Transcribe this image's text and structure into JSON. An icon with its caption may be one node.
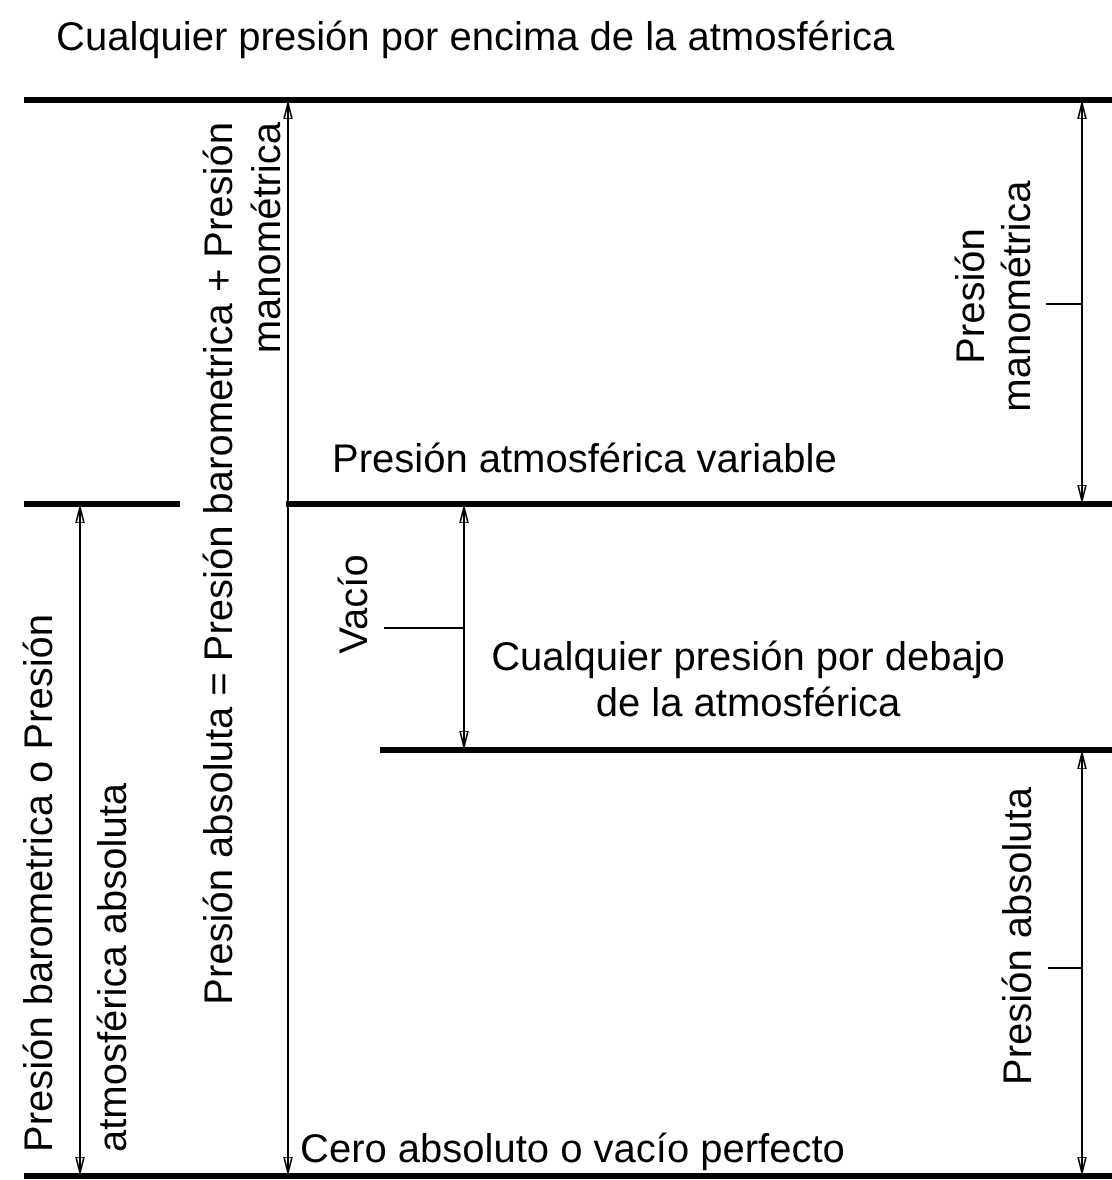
{
  "diagram": {
    "labels": [
      "Cualquier presión por encima de la atmosférica",
      "Presión absoluta = Presión barometrica + Presión manométrica",
      "Presión manométrica",
      "Presión atmosférica variable",
      "Presión barometrica o Presión atmosférica absoluta",
      "Vacío",
      "Cualquier presión por debajo de la atmosférica",
      "Presión absoluta",
      "Cero absoluto o vacío perfecto"
    ]
  }
}
